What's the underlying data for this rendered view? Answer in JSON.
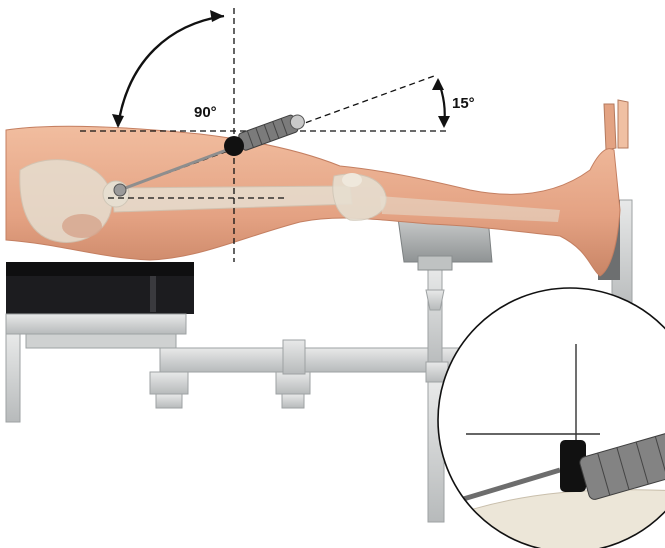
{
  "angles": {
    "vertical": "90°",
    "inclination": "15°"
  },
  "colors": {
    "skin": "#e7a98a",
    "skin_shadow": "#c98566",
    "bone": "#e6ded0",
    "table_dark": "#1c1c1f",
    "frame_grey": "#d4d6d6",
    "frame_edge": "#9ea2a3",
    "pin_metal": "#8e8e8e",
    "guide_line": "#111111"
  },
  "icons": {
    "inset": "magnified-drill-guide-detail"
  }
}
